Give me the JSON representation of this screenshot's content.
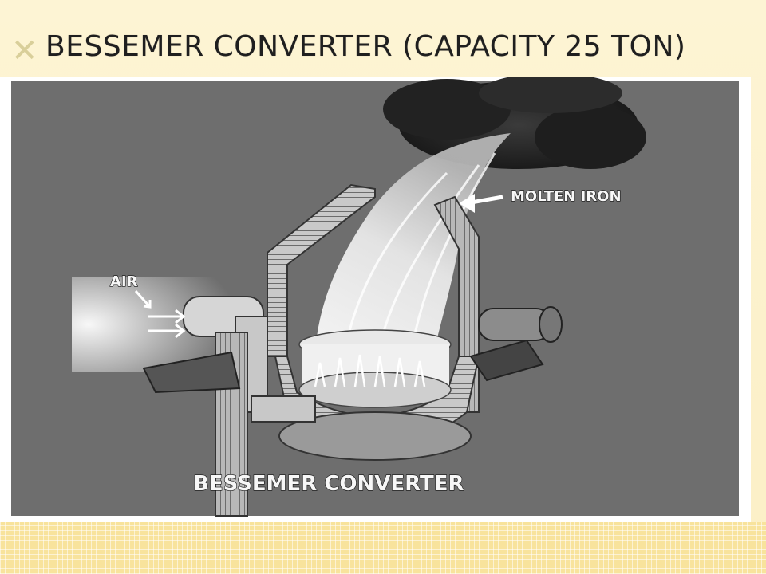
{
  "slide": {
    "title": "BESSEMER CONVERTER (CAPACITY 25 TON)",
    "bullet_icon": "x-mark-bullet"
  },
  "figure": {
    "caption": "BESSEMER CONVERTER",
    "labels": {
      "air": "AIR",
      "molten_iron": "MOLTEN IRON"
    },
    "colors": {
      "panel": "#6f6f6f",
      "shell": "#bdbdbd",
      "smoke": "#2a2a2a",
      "flame": "#f4f4f4"
    }
  }
}
